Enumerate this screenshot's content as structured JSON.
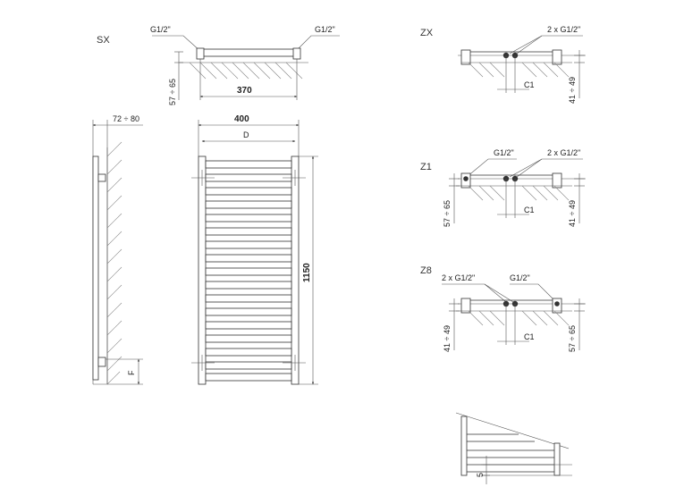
{
  "views": {
    "sx": {
      "title": "SX",
      "left_conn": "G1/2\"",
      "right_conn": "G1/2\"",
      "wall_gap": "57 ÷ 65",
      "spacing": "370"
    },
    "zx": {
      "title": "ZX",
      "conn": "2 x G1/2\"",
      "c1": "C1",
      "wall_gap": "41 ÷ 49"
    },
    "z1": {
      "title": "Z1",
      "left_conn": "G1/2\"",
      "right_conn": "2 x G1/2\"",
      "left_gap": "57 ÷ 65",
      "c1": "C1",
      "right_gap": "41 ÷ 49"
    },
    "z8": {
      "title": "Z8",
      "left_conn": "2 x G1/2\"",
      "right_conn": "G1/2\"",
      "left_gap": "41 ÷ 49",
      "c1": "C1",
      "right_gap": "57 ÷ 65"
    },
    "side": {
      "depth": "72 ÷ 80",
      "f": "F"
    },
    "front": {
      "width": "400",
      "d": "D",
      "height": "1150"
    },
    "detail": {
      "gap": "5"
    }
  }
}
